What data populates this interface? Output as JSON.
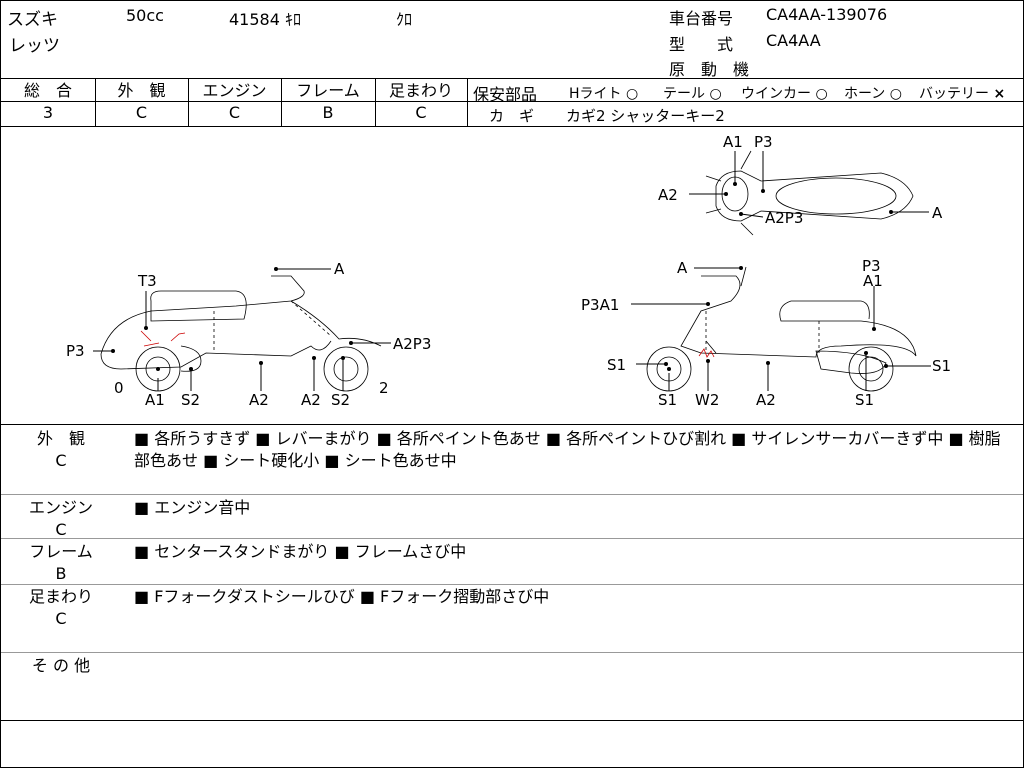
{
  "header": {
    "maker": "スズキ",
    "displacement": "50cc",
    "mileage": "41584 ｷﾛ",
    "color": "ｸﾛ",
    "model_name": "レッツ",
    "frame_no_label": "車台番号",
    "frame_no": "CA4AA-139076",
    "type_label": "型　　式",
    "type_value": "CA4AA",
    "engine_label": "原　動　機",
    "engine_value": ""
  },
  "grades": [
    {
      "label": "総　合",
      "value": "3"
    },
    {
      "label": "外　観",
      "value": "C"
    },
    {
      "label": "エンジン",
      "value": "C"
    },
    {
      "label": "フレーム",
      "value": "B"
    },
    {
      "label": "足まわり",
      "value": "C"
    }
  ],
  "safety": {
    "label": "保安部品",
    "items": [
      {
        "name": "Hライト",
        "mark": "○"
      },
      {
        "name": "テール",
        "mark": "○"
      },
      {
        "name": "ウインカー",
        "mark": "○"
      },
      {
        "name": "ホーン",
        "mark": "○"
      },
      {
        "name": "バッテリー",
        "mark": "×"
      }
    ],
    "key_label": "カ　ギ",
    "key_value": "カギ2 シャッターキー2"
  },
  "diagram": {
    "left_labels": [
      "A",
      "T3",
      "P3",
      "A2P3",
      "0",
      "A1",
      "S2",
      "A2",
      "A2",
      "S2",
      "2"
    ],
    "top_labels": [
      "A1",
      "P3",
      "A2",
      "A2P3",
      "A"
    ],
    "right_labels": [
      "A",
      "P3",
      "A1",
      "P3A1",
      "S1",
      "S1",
      "S1",
      "W2",
      "A2",
      "S1"
    ]
  },
  "sections": [
    {
      "title": "外　観",
      "grade": "C",
      "text": "■ 各所うすきず ■ レバーまがり ■ 各所ペイント色あせ ■ 各所ペイントひび割れ ■ サイレンサーカバーきず中 ■ 樹脂部色あせ ■ シート硬化小 ■ シート色あせ中"
    },
    {
      "title": "エンジン",
      "grade": "C",
      "text": "■ エンジン音中"
    },
    {
      "title": "フレーム",
      "grade": "B",
      "text": "■ センタースタンドまがり ■ フレームさび中"
    },
    {
      "title": "足まわり",
      "grade": "C",
      "text": "■ Fフォークダストシールひび ■ Fフォーク摺動部さび中"
    },
    {
      "title": "そ の 他",
      "grade": "",
      "text": ""
    }
  ]
}
